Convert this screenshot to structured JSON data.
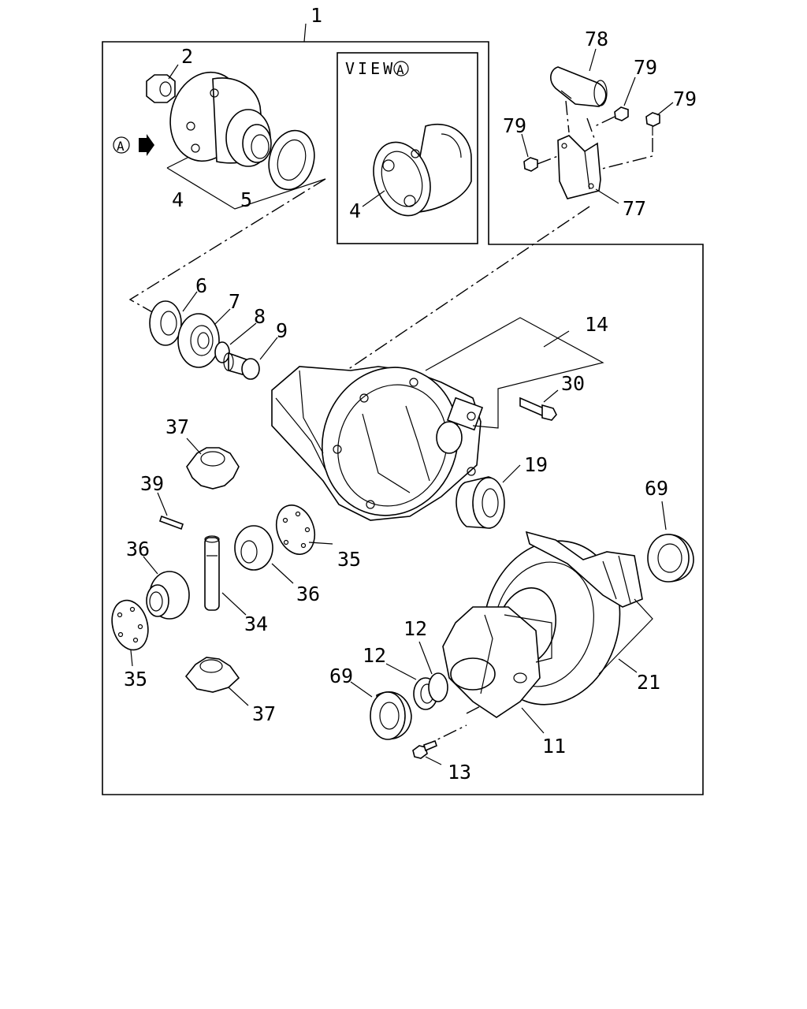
{
  "diagram": {
    "view_label": "VIEW",
    "view_marker": "A",
    "arrow_marker": "A",
    "callouts": {
      "c1": "1",
      "c2": "2",
      "c4": "4",
      "c5": "5",
      "c4_view": "4",
      "c6": "6",
      "c7": "7",
      "c8": "8",
      "c9": "9",
      "c14": "14",
      "c30": "30",
      "c19": "19",
      "c37_top": "37",
      "c39": "39",
      "c35_mid": "35",
      "c36_left": "36",
      "c36_mid": "36",
      "c34": "34",
      "c35_bottom": "35",
      "c37_bottom": "37",
      "c69_right": "69",
      "c21": "21",
      "c12_a": "12",
      "c12_b": "12",
      "c69_left": "69",
      "c11": "11",
      "c13": "13",
      "c78": "78",
      "c79_a": "79",
      "c79_b": "79",
      "c79_c": "79",
      "c77": "77"
    }
  }
}
